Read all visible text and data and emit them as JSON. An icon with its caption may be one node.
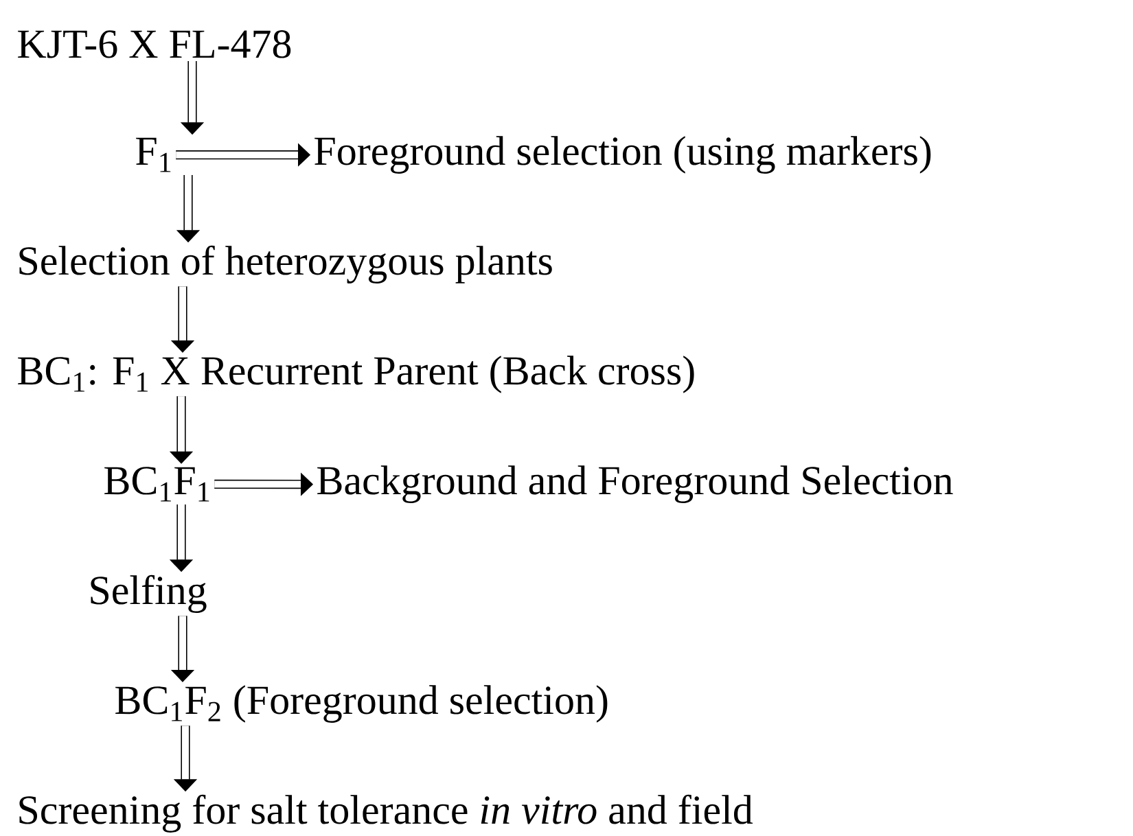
{
  "diagram": {
    "nodes": [
      {
        "text": [
          "KJT-6 X FL-478"
        ]
      },
      {
        "text": [
          "F$_{1}$"
        ]
      },
      {
        "text": [
          "Foreground selection (using markers)"
        ]
      },
      {
        "text": [
          "Selection of heterozygous plants"
        ]
      },
      {
        "text": [
          "BC$_{1}$: F$_{1}$ X Recurrent Parent (Back cross)"
        ]
      },
      {
        "text": [
          "BC$_{1}$F$_{1}$"
        ]
      },
      {
        "text": [
          "Background and Foreground Selection"
        ]
      },
      {
        "text": [
          "Selfing"
        ]
      },
      {
        "text": [
          "BC$_{1}$F$_{2}$ (Foreground selection)"
        ]
      },
      {
        "text": [
          "Screening for salt tolerance *in vitro* and field"
        ]
      }
    ],
    "edges": [
      {
        "from": 0,
        "to": 1,
        "arrow": "to"
      },
      {
        "from": 1,
        "to": 2,
        "arrow": "to"
      },
      {
        "from": 1,
        "to": 3,
        "arrow": "to"
      },
      {
        "from": 3,
        "to": 4,
        "arrow": "to"
      },
      {
        "from": 4,
        "to": 5,
        "arrow": "to"
      },
      {
        "from": 5,
        "to": 6,
        "arrow": "to"
      },
      {
        "from": 5,
        "to": 7,
        "arrow": "to"
      },
      {
        "from": 7,
        "to": 8,
        "arrow": "to"
      },
      {
        "from": 8,
        "to": 9,
        "arrow": "to"
      }
    ]
  }
}
